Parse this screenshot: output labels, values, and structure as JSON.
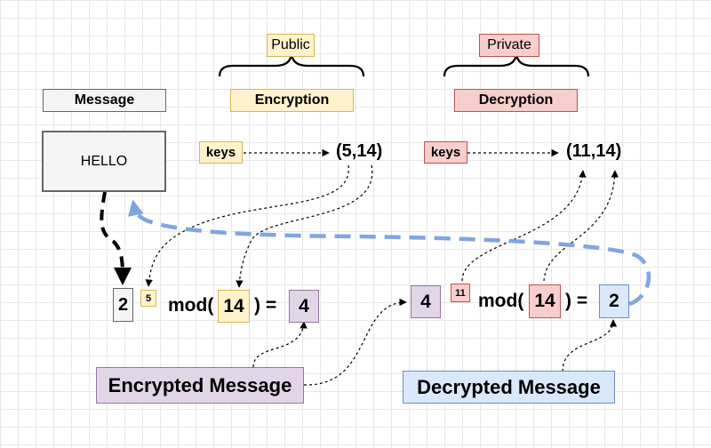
{
  "labels": {
    "public": "Public",
    "private": "Private",
    "message": "Message",
    "encryption": "Encryption",
    "decryption": "Decryption",
    "hello": "HELLO",
    "keys_public": "keys",
    "keys_private": "keys",
    "public_key": "(5,14)",
    "private_key": "(11,14)"
  },
  "encryption_eq": {
    "base": "2",
    "exponent": "5",
    "mod_text": "mod(",
    "modulus": "14",
    "close_eq": ") =",
    "result": "4"
  },
  "decryption_eq": {
    "base": "4",
    "exponent": "11",
    "mod_text": "mod(",
    "modulus": "14",
    "close_eq": ") =",
    "result": "2"
  },
  "captions": {
    "encrypted": "Encrypted Message",
    "decrypted": "Decrypted Message"
  },
  "colors": {
    "public_fill": "#fff2cc",
    "public_border": "#d6b656",
    "private_fill": "#f8cecc",
    "private_border": "#b85450",
    "encrypted_fill": "#e1d5e7",
    "encrypted_border": "#9673a6",
    "decrypted_fill": "#dae8fc",
    "decrypted_border": "#6c8ebf",
    "loop_arrow": "#7ea6e0"
  }
}
